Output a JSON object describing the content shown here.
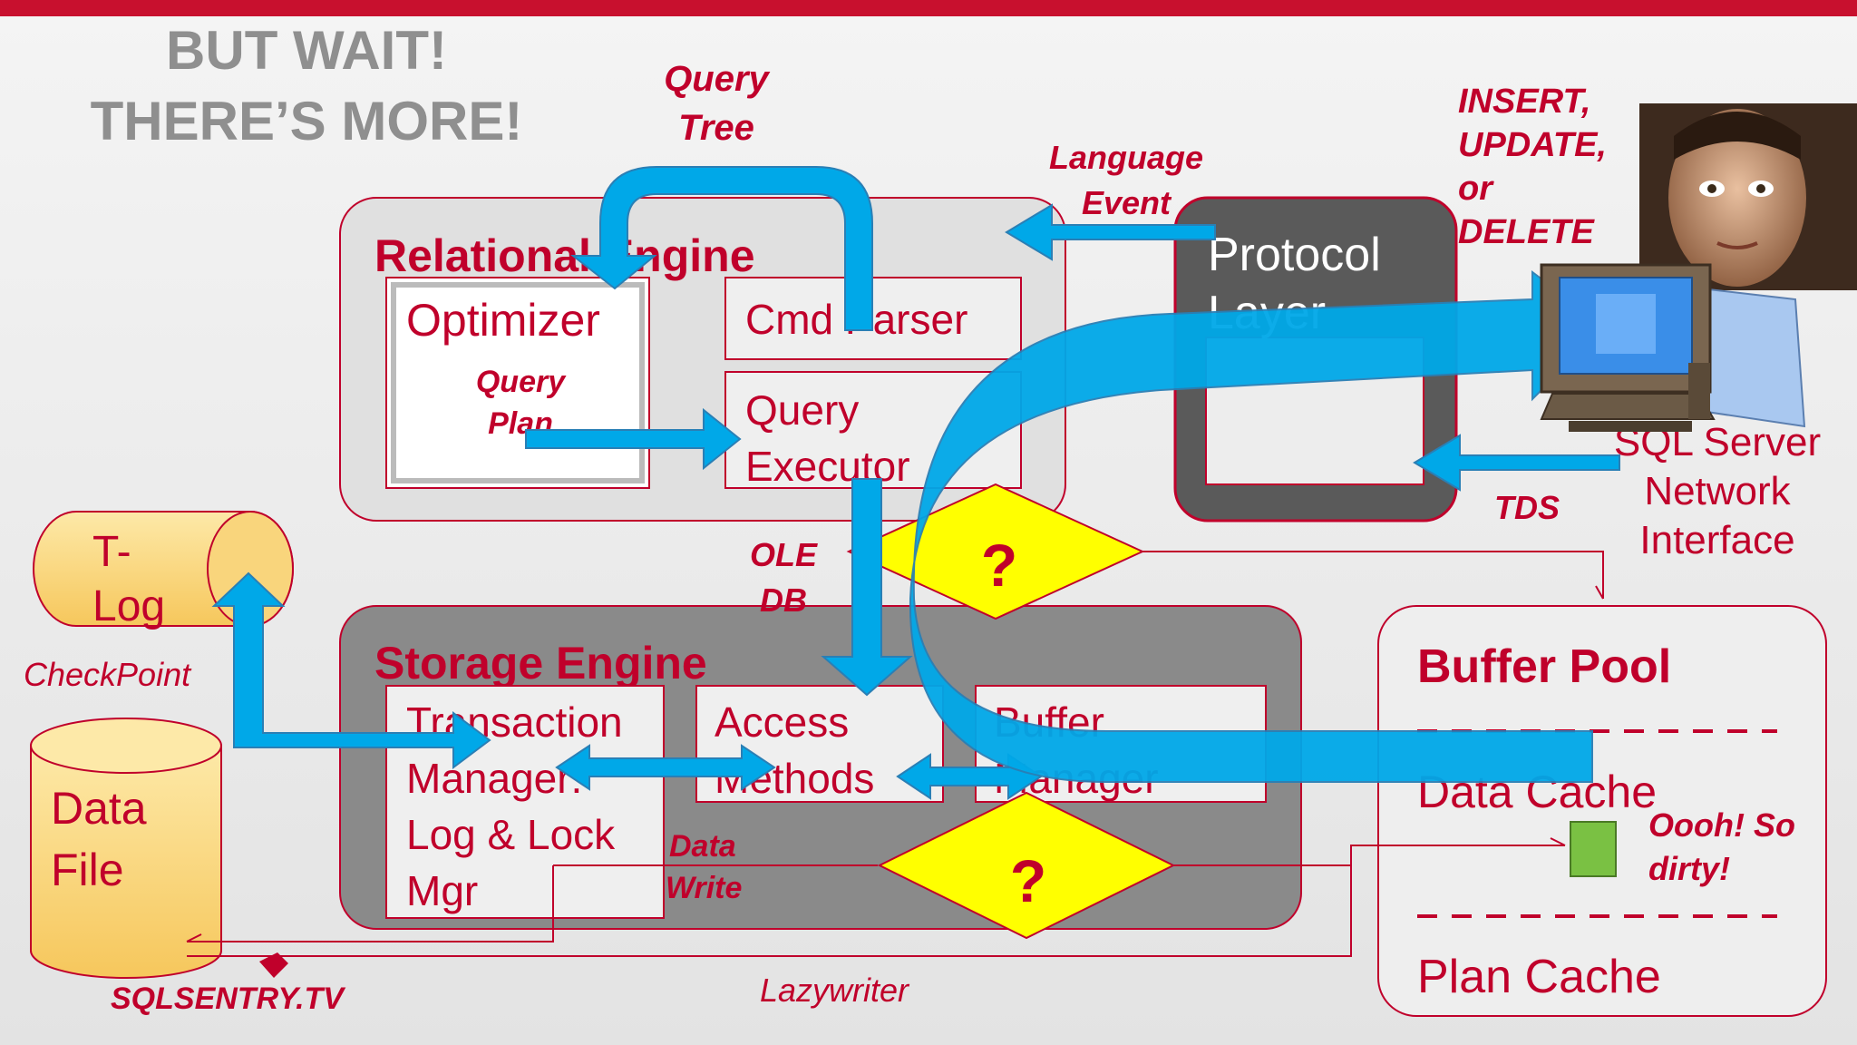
{
  "slide": {
    "title_line1": "BUT WAIT!",
    "title_line2": "THERE’S MORE!",
    "accent": "#c8102e",
    "text_red": "#c0002b",
    "arrow_blue": "#00a8e8"
  },
  "relational_engine": {
    "title": "Relational Engine",
    "optimizer": "Optimizer",
    "cmd_parser": "Cmd Parser",
    "query_executor_l1": "Query",
    "query_executor_l2": "Executor"
  },
  "protocol_layer": {
    "l1": "Protocol",
    "l2": "Layer"
  },
  "storage_engine": {
    "title": "Storage Engine",
    "txn_l1": "Transaction",
    "txn_l2": "Manager:",
    "txn_l3": "Log & Lock",
    "txn_l4": "Mgr",
    "access_l1": "Access",
    "access_l2": "Methods",
    "buffer_mgr_l1": "Buffer",
    "buffer_mgr_l2": "Manager"
  },
  "tlog": {
    "l1": "T-",
    "l2": "Log"
  },
  "data_file": {
    "l1": "Data",
    "l2": "File"
  },
  "buffer_pool": {
    "title": "Buffer Pool",
    "data_cache": "Data Cache",
    "plan_cache": "Plan Cache"
  },
  "network_interface": {
    "l1": "SQL Server",
    "l2": "Network",
    "l3": "Interface"
  },
  "labels": {
    "query_tree_l1": "Query",
    "query_tree_l2": "Tree",
    "language_event_l1": "Language",
    "language_event_l2": "Event",
    "dml_l1": "INSERT,",
    "dml_l2": "UPDATE,",
    "dml_l3": "or",
    "dml_l4": "DELETE",
    "query_plan_l1": "Query",
    "query_plan_l2": "Plan",
    "ole_db_l1": "OLE",
    "ole_db_l2": "DB",
    "tds": "TDS",
    "checkpoint": "CheckPoint",
    "data_write_l1": "Data",
    "data_write_l2": "Write",
    "oooh_l1": "Oooh! So",
    "oooh_l2": "dirty!",
    "lazywriter": "Lazywriter",
    "question_mark": "?"
  },
  "logo": {
    "text": "SQLSENTRY.TV"
  }
}
